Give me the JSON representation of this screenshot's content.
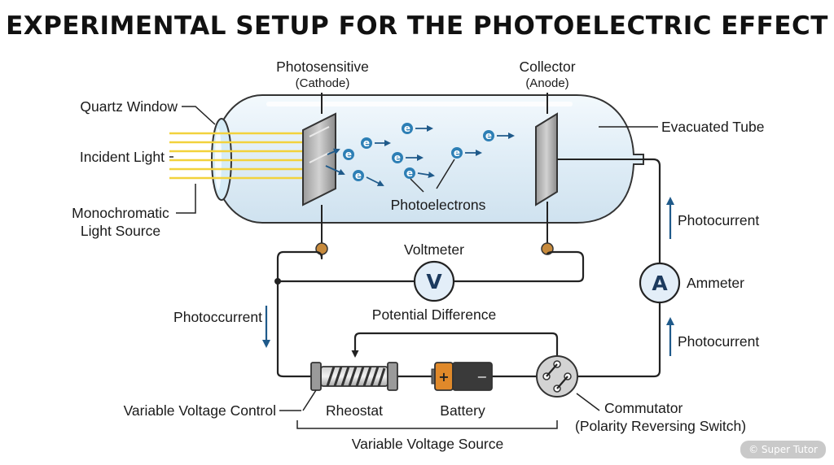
{
  "title": "EXPERIMENTAL SETUP FOR THE PHOTOELECTRIC EFFECT",
  "labels": {
    "quartz_window": "Quartz Window",
    "incident_light": "Incident Light",
    "light_source_line1": "Monochromatic",
    "light_source_line2": "Light Source",
    "cathode_line1": "Photosensitive",
    "cathode_line2": "(Cathode)",
    "anode_line1": "Collector",
    "anode_line2": "(Anode)",
    "evacuated_tube": "Evacuated Tube",
    "photoelectrons": "Photoelectrons",
    "voltmeter": "Voltmeter",
    "voltmeter_symbol": "V",
    "potential_difference": "Potential Difference",
    "ammeter": "Ammeter",
    "ammeter_symbol": "A",
    "photocurrent_left": "Photoccurrent",
    "photocurrent_right_top": "Photocurrent",
    "photocurrent_right_bottom": "Photocurrent",
    "variable_voltage_control": "Variable Voltage Control",
    "rheostat": "Rheostat",
    "battery": "Battery",
    "battery_plus": "+",
    "battery_minus": "−",
    "commutator_line1": "Commutator",
    "commutator_line2": "(Polarity Reversing Switch)",
    "variable_voltage_source": "Variable Voltage Source",
    "electron_symbol": "e"
  },
  "watermark": "© Super Tutor",
  "colors": {
    "light_rays": "#f2d23c",
    "wire": "#222222",
    "tube_fill": "#e4f0f8",
    "electron": "#2d7fb5",
    "arrow_blue": "#1f5a8a",
    "meter_fill": "#e3eef8",
    "meter_text": "#1c3a5e",
    "terminal": "#c78a3c",
    "battery_orange": "#e0892a",
    "battery_dark": "#3a3a3a"
  }
}
